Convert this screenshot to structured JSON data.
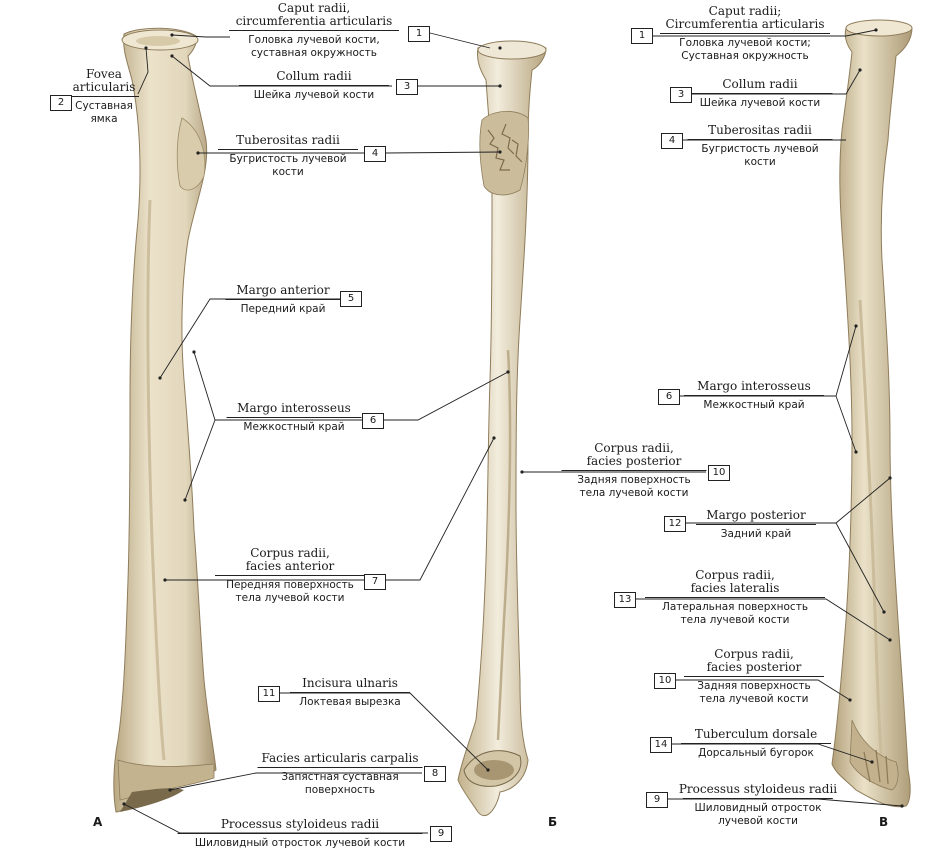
{
  "views": [
    "А",
    "Б",
    "В"
  ],
  "labels": [
    {
      "num": "1",
      "lat": [
        "Caput radii,",
        "circumferentia articularis"
      ],
      "rus": [
        "Головка лучевой кости,",
        "суставная окружность"
      ]
    },
    {
      "num": "2",
      "lat": [
        "Fovea",
        "articularis"
      ],
      "rus": [
        "Суставная",
        "ямка"
      ]
    },
    {
      "num": "3",
      "lat": [
        "Collum radii"
      ],
      "rus": [
        "Шейка лучевой кости"
      ]
    },
    {
      "num": "4",
      "lat": [
        "Tuberositas radii"
      ],
      "rus": [
        "Бугристость лучевой",
        "кости"
      ]
    },
    {
      "num": "5",
      "lat": [
        "Margo anterior"
      ],
      "rus": [
        "Передний край"
      ]
    },
    {
      "num": "6",
      "lat": [
        "Margo interosseus"
      ],
      "rus": [
        "Межкостный край"
      ]
    },
    {
      "num": "7",
      "lat": [
        "Corpus radii,",
        "facies anterior"
      ],
      "rus": [
        "Передняя поверхность",
        "тела лучевой кости"
      ]
    },
    {
      "num": "10",
      "lat": [
        "Corpus radii,",
        "facies posterior"
      ],
      "rus": [
        "Задняя поверхность",
        "тела лучевой кости"
      ]
    },
    {
      "num": "11",
      "lat": [
        "Incisura ulnaris"
      ],
      "rus": [
        "Локтевая вырезка"
      ]
    },
    {
      "num": "8",
      "lat": [
        "Facies articularis carpalis"
      ],
      "rus": [
        "Запястная суставная",
        "поверхность"
      ]
    },
    {
      "num": "9",
      "lat": [
        "Processus styloideus radii"
      ],
      "rus": [
        "Шиловидный отросток лучевой кости"
      ]
    },
    {
      "num": "1",
      "lat": [
        "Caput radii;",
        "Circumferentia articularis"
      ],
      "rus": [
        "Головка лучевой кости;",
        "Суставная окружность"
      ]
    },
    {
      "num": "3",
      "lat": [
        "Collum radii"
      ],
      "rus": [
        "Шейка лучевой кости"
      ]
    },
    {
      "num": "4",
      "lat": [
        "Tuberositas radii"
      ],
      "rus": [
        "Бугристость лучевой",
        "кости"
      ]
    },
    {
      "num": "6",
      "lat": [
        "Margo interosseus"
      ],
      "rus": [
        "Межкостный край"
      ]
    },
    {
      "num": "12",
      "lat": [
        "Margo posterior"
      ],
      "rus": [
        "Задний край"
      ]
    },
    {
      "num": "13",
      "lat": [
        "Corpus radii,",
        "facies lateralis"
      ],
      "rus": [
        "Латеральная поверхность",
        "тела лучевой кости"
      ]
    },
    {
      "num": "10",
      "lat": [
        "Corpus radii,",
        "facies posterior"
      ],
      "rus": [
        "Задняя поверхность",
        "тела лучевой кости"
      ]
    },
    {
      "num": "14",
      "lat": [
        "Tuberculum dorsale"
      ],
      "rus": [
        "Дорсальный бугорок"
      ]
    },
    {
      "num": "9",
      "lat": [
        "Processus styloideus radii"
      ],
      "rus": [
        "Шиловидный отросток",
        "лучевой кости"
      ]
    }
  ],
  "colors": {
    "bone": "#e6dcc3",
    "bone_shade": "#c8b894",
    "bone_dark": "#9c8a66",
    "line": "#222222"
  }
}
